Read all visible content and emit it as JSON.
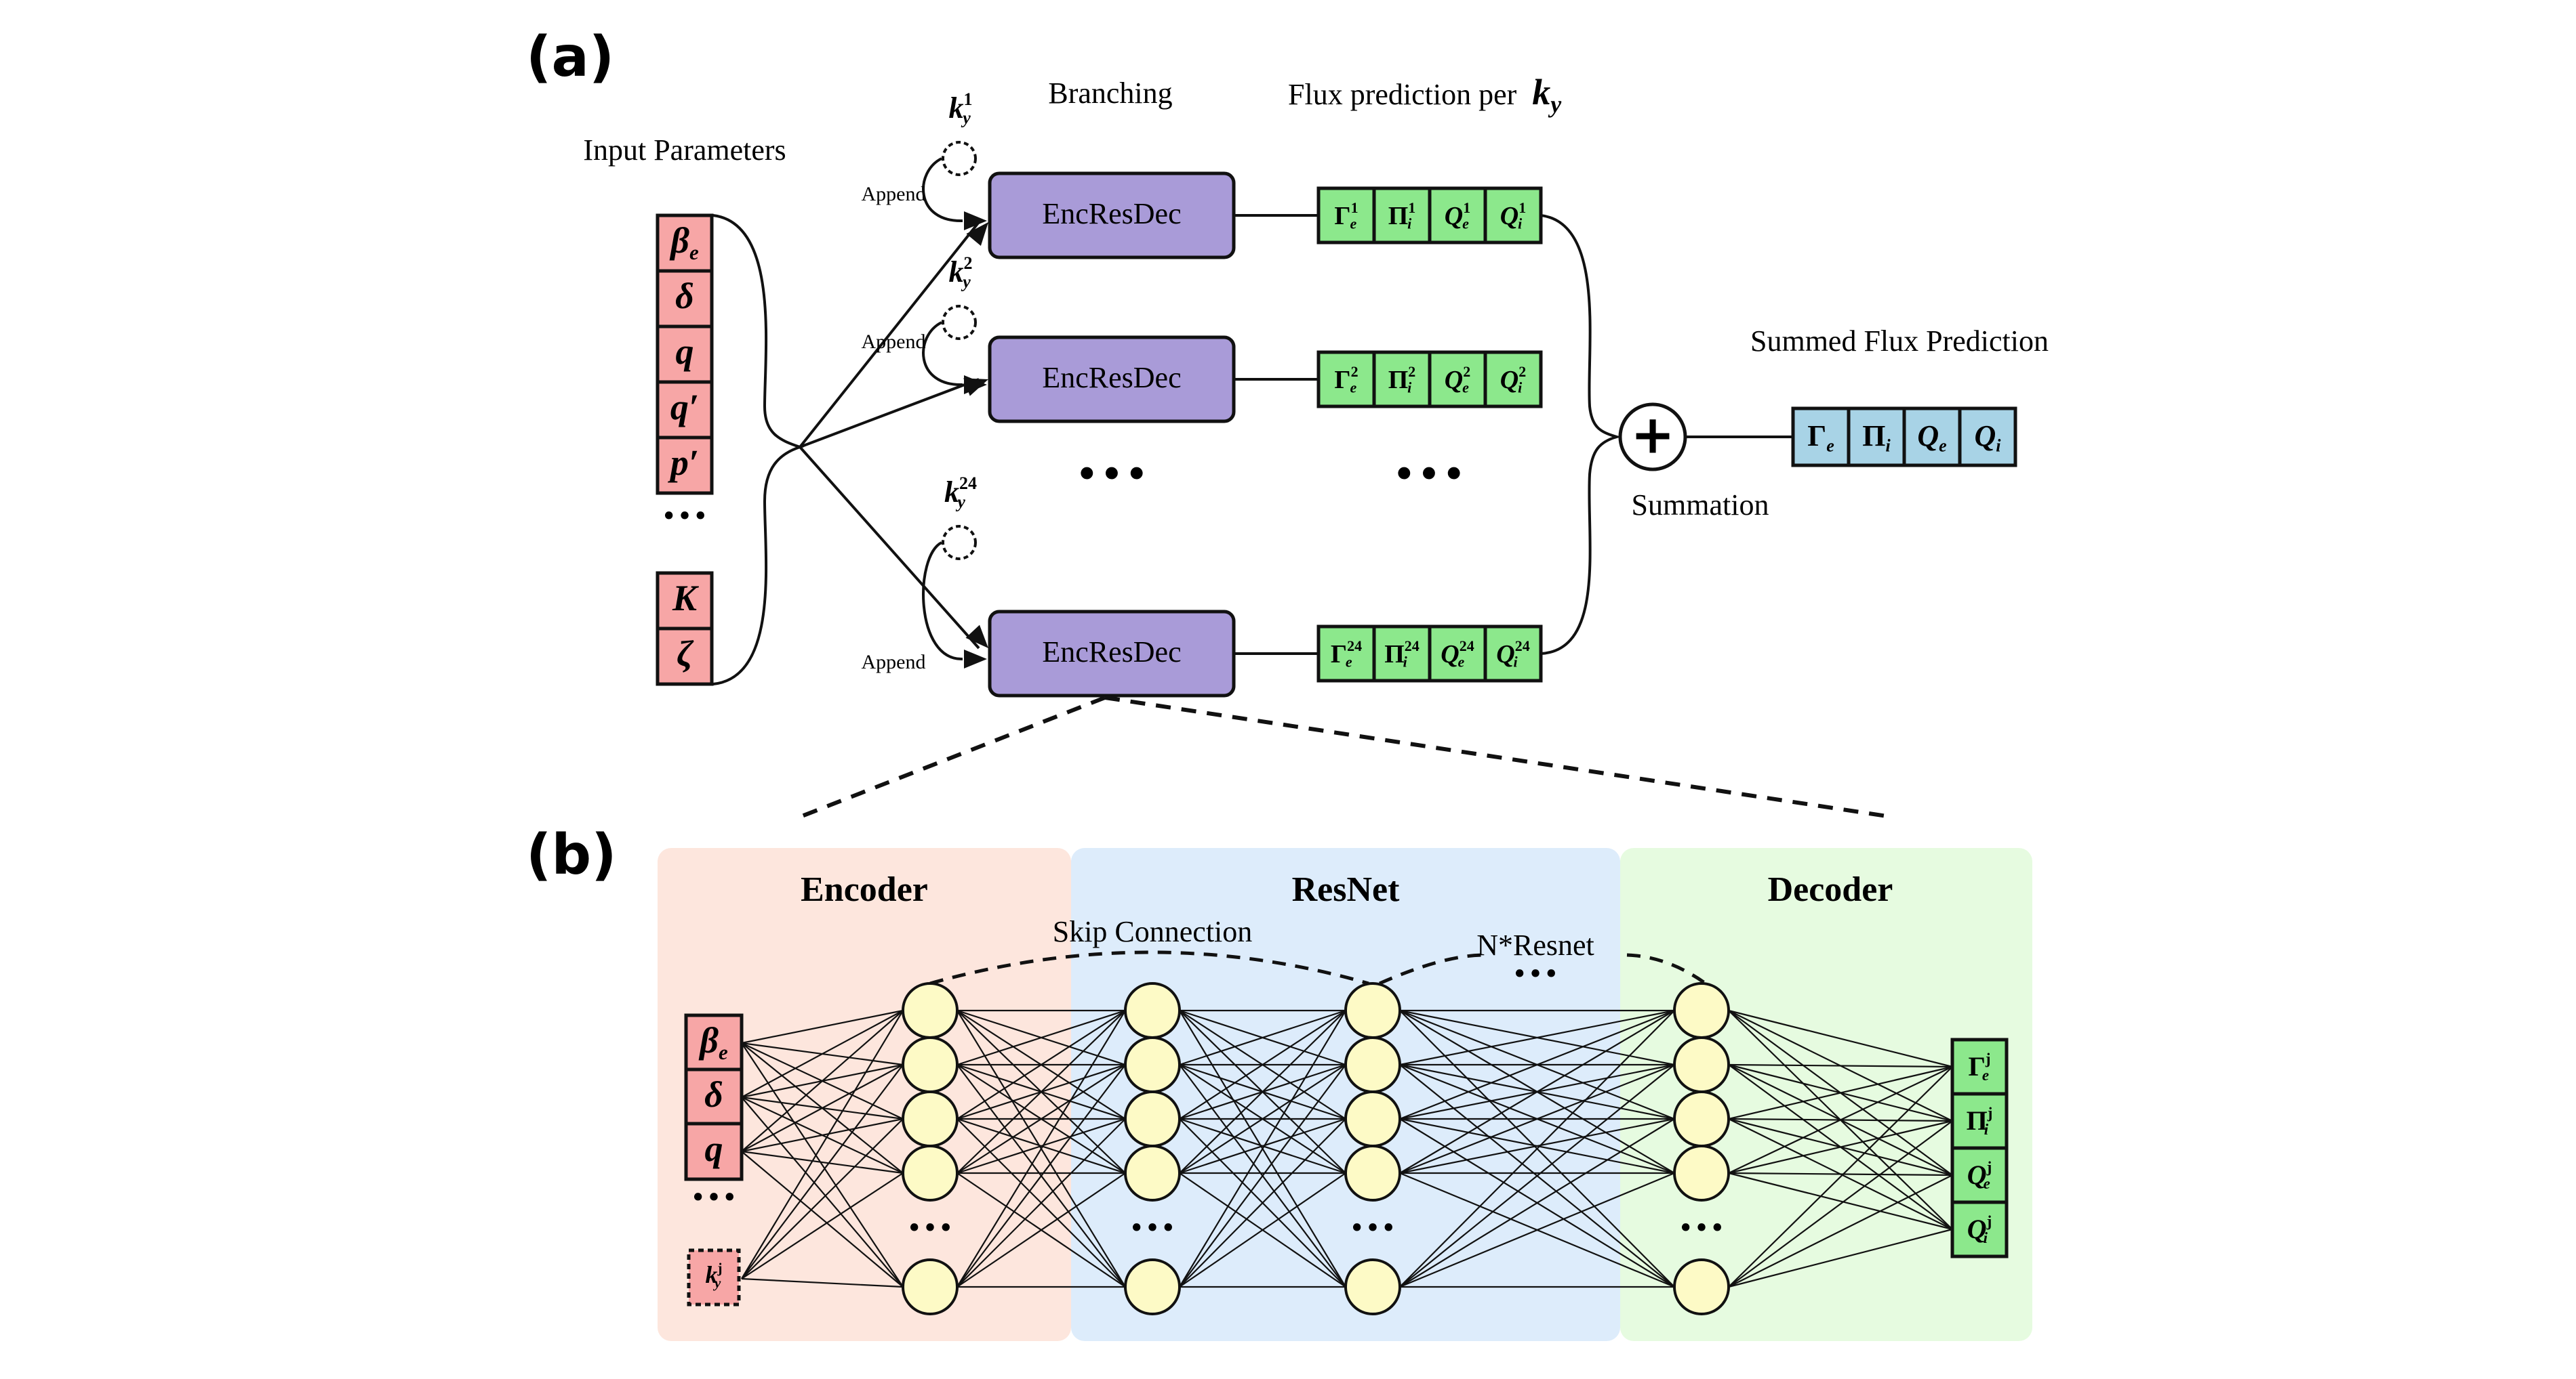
{
  "panel_a": {
    "label": "(a)",
    "input_title": "Input Parameters",
    "inputs_top": [
      {
        "base": "β",
        "sub": "e"
      },
      {
        "base": "δ",
        "sub": ""
      },
      {
        "base": "q",
        "sub": ""
      },
      {
        "base": "q′",
        "sub": ""
      },
      {
        "base": "p′",
        "sub": ""
      }
    ],
    "inputs_ellipsis": "···",
    "inputs_bottom": [
      {
        "base": "K",
        "sub": ""
      },
      {
        "base": "ζ",
        "sub": ""
      }
    ],
    "branching_title": "Branching",
    "flux_title": "Flux prediction per",
    "flux_title_math": {
      "base": "k",
      "sub": "y"
    },
    "append_label": "Append",
    "branches": [
      {
        "k_base": "k",
        "k_sub": "y",
        "k_sup": "1",
        "block": "EncResDec",
        "outputs": [
          {
            "base": "Γ",
            "sub": "e",
            "sup": "1"
          },
          {
            "base": "Π",
            "sub": "i",
            "sup": "1"
          },
          {
            "base": "Q",
            "sub": "e",
            "sup": "1"
          },
          {
            "base": "Q",
            "sub": "i",
            "sup": "1"
          }
        ]
      },
      {
        "k_base": "k",
        "k_sub": "y",
        "k_sup": "2",
        "block": "EncResDec",
        "outputs": [
          {
            "base": "Γ",
            "sub": "e",
            "sup": "2"
          },
          {
            "base": "Π",
            "sub": "i",
            "sup": "2"
          },
          {
            "base": "Q",
            "sub": "e",
            "sup": "2"
          },
          {
            "base": "Q",
            "sub": "i",
            "sup": "2"
          }
        ]
      },
      {
        "k_base": "k",
        "k_sub": "y",
        "k_sup": "24",
        "block": "EncResDec",
        "outputs": [
          {
            "base": "Γ",
            "sub": "e",
            "sup": "24"
          },
          {
            "base": "Π",
            "sub": "i",
            "sup": "24"
          },
          {
            "base": "Q",
            "sub": "e",
            "sup": "24"
          },
          {
            "base": "Q",
            "sub": "i",
            "sup": "24"
          }
        ]
      }
    ],
    "branch_ellipsis": "···",
    "summation_symbol": "+",
    "summation_label": "Summation",
    "summed_title": "Summed Flux Prediction",
    "summed_outputs": [
      {
        "base": "Γ",
        "sub": "e"
      },
      {
        "base": "Π",
        "sub": "i"
      },
      {
        "base": "Q",
        "sub": "e"
      },
      {
        "base": "Q",
        "sub": "i"
      }
    ]
  },
  "panel_b": {
    "label": "(b)",
    "sections": [
      {
        "title": "Encoder",
        "color": "#fde6dd"
      },
      {
        "title": "ResNet",
        "color": "#ddecfb"
      },
      {
        "title": "Decoder",
        "color": "#e6fbe0"
      }
    ],
    "inputs": [
      {
        "base": "β",
        "sub": "e"
      },
      {
        "base": "δ",
        "sub": ""
      },
      {
        "base": "q",
        "sub": ""
      }
    ],
    "input_ellipsis": "···",
    "input_k": {
      "base": "k",
      "sub": "y",
      "sup": "j"
    },
    "skip_label": "Skip Connection",
    "nresnet_label": "N*Resnet",
    "layer_ellipsis": "···",
    "outputs": [
      {
        "base": "Γ",
        "sub": "e",
        "sup": "j"
      },
      {
        "base": "Π",
        "sub": "i",
        "sup": "j"
      },
      {
        "base": "Q",
        "sub": "e",
        "sup": "j"
      },
      {
        "base": "Q",
        "sub": "i",
        "sup": "j"
      }
    ]
  },
  "colors": {
    "input_red": "#f7a6a6",
    "block_purple": "#a99bd8",
    "output_green": "#8ce88c",
    "summed_blue": "#a8d3e6",
    "node_yellow": "#fdfac6"
  }
}
